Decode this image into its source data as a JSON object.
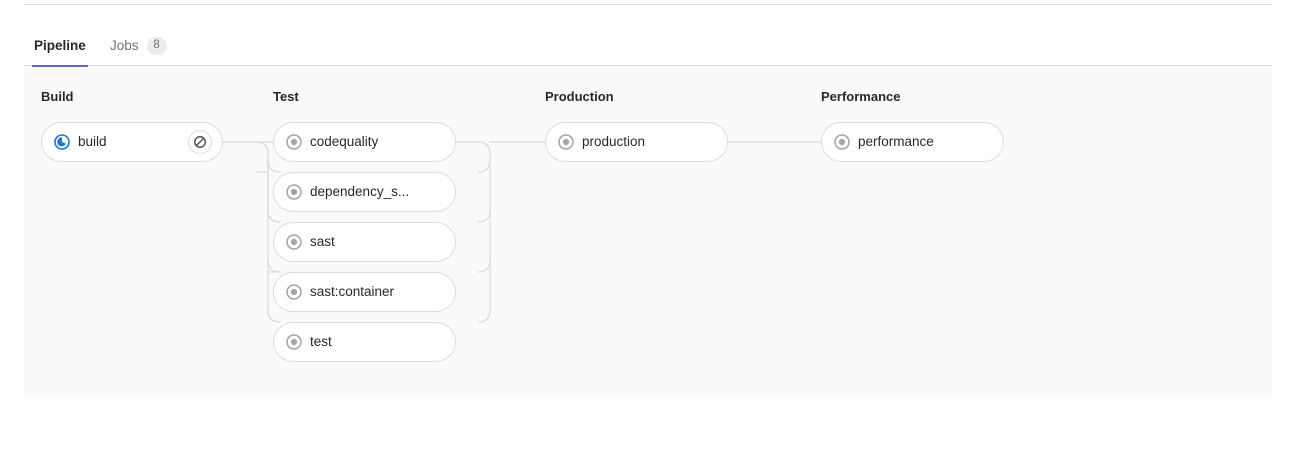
{
  "tabs": [
    {
      "label": "Pipeline",
      "active": true,
      "badge": null
    },
    {
      "label": "Jobs",
      "active": false,
      "badge": "8"
    }
  ],
  "colors": {
    "accent": "#6666c4",
    "panel_bg": "#fafafa",
    "node_border": "#dcdcde",
    "connector": "#dbdbdb",
    "status_running": "#1f75cb",
    "status_created": "#a4a3a8",
    "text_primary": "#28272d",
    "text_muted": "#737278"
  },
  "pipeline": {
    "stages": [
      {
        "name": "Build",
        "jobs": [
          {
            "label": "build",
            "status": "running",
            "status_icon": "status-running-icon",
            "action": {
              "name": "cancel-job-button",
              "icon": "cancel-icon"
            }
          }
        ]
      },
      {
        "name": "Test",
        "jobs": [
          {
            "label": "codequality",
            "status": "created",
            "status_icon": "status-created-icon",
            "action": null
          },
          {
            "label": "dependency_s...",
            "status": "created",
            "status_icon": "status-created-icon",
            "action": null
          },
          {
            "label": "sast",
            "status": "created",
            "status_icon": "status-created-icon",
            "action": null
          },
          {
            "label": "sast:container",
            "status": "created",
            "status_icon": "status-created-icon",
            "action": null
          },
          {
            "label": "test",
            "status": "created",
            "status_icon": "status-created-icon",
            "action": null
          }
        ]
      },
      {
        "name": "Production",
        "jobs": [
          {
            "label": "production",
            "status": "created",
            "status_icon": "status-created-icon",
            "action": null
          }
        ]
      },
      {
        "name": "Performance",
        "jobs": [
          {
            "label": "performance",
            "status": "created",
            "status_icon": "status-created-icon",
            "action": null
          }
        ]
      }
    ]
  }
}
